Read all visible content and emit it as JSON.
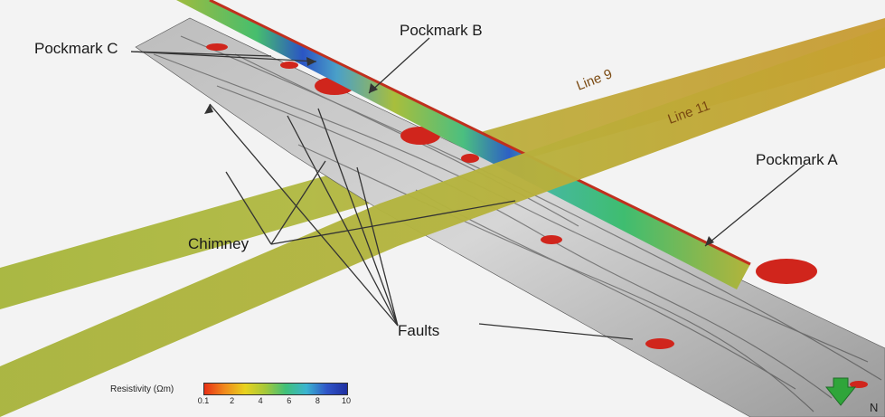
{
  "labels": {
    "pockmark_c": "Pockmark C",
    "pockmark_b": "Pockmark B",
    "pockmark_a": "Pockmark A",
    "chimney": "Chimney",
    "faults": "Faults",
    "line_9": "Line 9",
    "line_11": "Line 11"
  },
  "legend": {
    "title": "Resistivity (Ωm)",
    "ticks": [
      "0.1",
      "2",
      "4",
      "6",
      "8",
      "10"
    ],
    "colors": [
      "#e83015",
      "#f08a1c",
      "#e8d21e",
      "#a4c83a",
      "#3fc07a",
      "#3ab4d0",
      "#2f55c8",
      "#1f2fa0"
    ]
  },
  "north": "N"
}
